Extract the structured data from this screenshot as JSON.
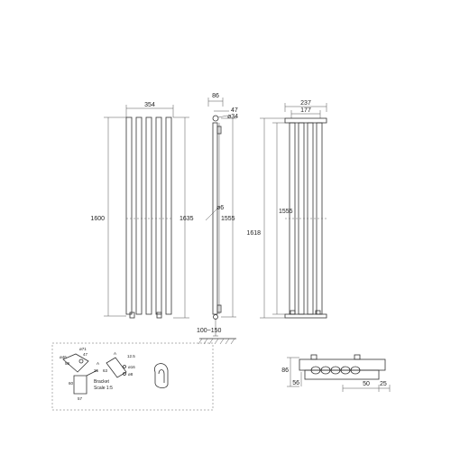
{
  "front_view": {
    "width": "354",
    "height_left": "1600",
    "height_right": "1635"
  },
  "side_view": {
    "top_width": "86",
    "offset": "47",
    "pipe_dia": "ø34",
    "small_dia": "ø6",
    "height": "1555",
    "floor_gap": "100~150"
  },
  "back_view": {
    "outer_width": "237",
    "inner_width": "177",
    "height_inner": "1555",
    "height_outer": "1618"
  },
  "bracket_detail": {
    "dims": [
      "ø46",
      "58",
      "ø71",
      "47",
      "36",
      "A",
      "63",
      "A",
      "12.5",
      "ø16",
      "ø8",
      "60",
      "57"
    ],
    "caption_line1": "Bracket",
    "caption_line2": "Scale 1:5"
  },
  "plan_view": {
    "depth": "86",
    "depth_inner": "56",
    "spacing": "50",
    "edge": "25"
  }
}
